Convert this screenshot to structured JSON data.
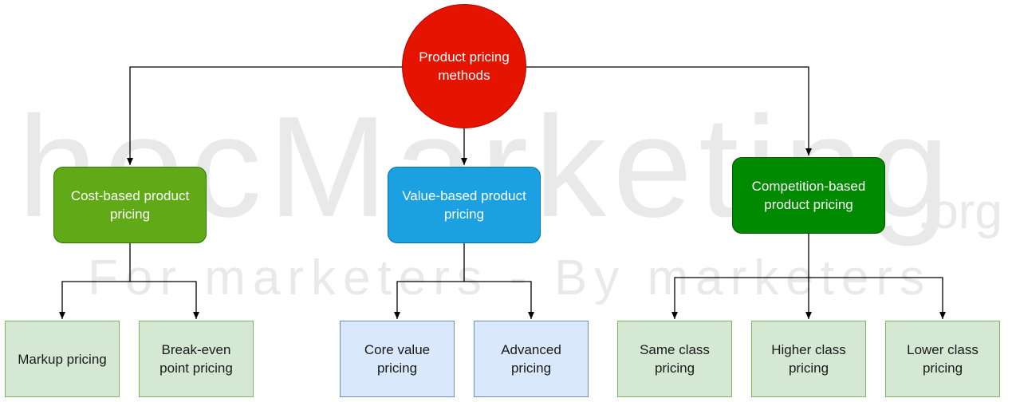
{
  "watermark": {
    "main": "hocMarketing",
    "domain": ".org",
    "tagline": "For marketers - By marketers"
  },
  "root": {
    "label": "Product pricing methods"
  },
  "categories": [
    {
      "label": "Cost-based product pricing",
      "color": "#60a917",
      "children": [
        "Markup pricing",
        "Break-even point pricing"
      ]
    },
    {
      "label": "Value-based product pricing",
      "color": "#1ba1e2",
      "children": [
        "Core value pricing",
        "Advanced pricing"
      ]
    },
    {
      "label": "Competition-based product pricing",
      "color": "#008a00",
      "children": [
        "Same class pricing",
        "Higher class pricing",
        "Lower class pricing"
      ]
    }
  ],
  "colors": {
    "root": "#e51400",
    "green_leaf": "#d5e8d4",
    "blue_leaf": "#dae8fc",
    "connector": "#000000"
  }
}
